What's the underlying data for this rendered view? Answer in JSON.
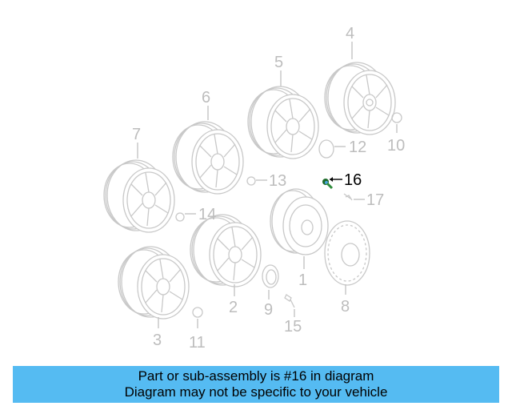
{
  "diagram": {
    "highlighted_part": "16",
    "highlight_color": "#2e8b3a",
    "parts": [
      {
        "id": "1",
        "label": "1",
        "kind": "steel-wheel"
      },
      {
        "id": "2",
        "label": "2",
        "kind": "alloy-wheel"
      },
      {
        "id": "3",
        "label": "3",
        "kind": "alloy-wheel"
      },
      {
        "id": "4",
        "label": "4",
        "kind": "alloy-wheel"
      },
      {
        "id": "5",
        "label": "5",
        "kind": "alloy-wheel"
      },
      {
        "id": "6",
        "label": "6",
        "kind": "alloy-wheel"
      },
      {
        "id": "7",
        "label": "7",
        "kind": "alloy-wheel"
      },
      {
        "id": "8",
        "label": "8",
        "kind": "wheel-cover"
      },
      {
        "id": "9",
        "label": "9",
        "kind": "center-cap"
      },
      {
        "id": "10",
        "label": "10",
        "kind": "center-cap"
      },
      {
        "id": "11",
        "label": "11",
        "kind": "center-cap"
      },
      {
        "id": "12",
        "label": "12",
        "kind": "center-cap"
      },
      {
        "id": "13",
        "label": "13",
        "kind": "center-cap"
      },
      {
        "id": "14",
        "label": "14",
        "kind": "center-cap"
      },
      {
        "id": "15",
        "label": "15",
        "kind": "wheel-bolt"
      },
      {
        "id": "16",
        "label": "16",
        "kind": "lock-bolt"
      },
      {
        "id": "17",
        "label": "17",
        "kind": "valve-stem"
      }
    ]
  },
  "banner": {
    "line1": "Part or sub-assembly is #16 in diagram",
    "line2": "Diagram may not be specific to your vehicle",
    "background": "#55bbf2"
  }
}
